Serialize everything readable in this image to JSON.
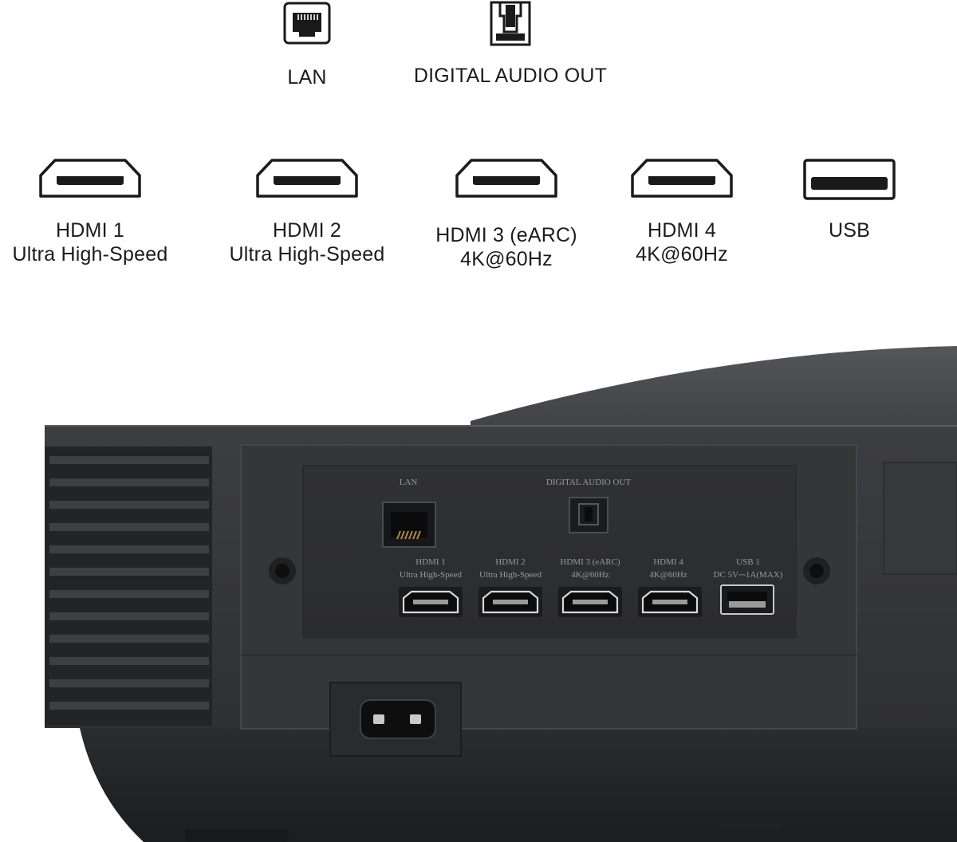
{
  "legend": {
    "lan": "LAN",
    "digital_audio_out": "DIGITAL AUDIO OUT",
    "hdmi1": {
      "line1": "HDMI 1",
      "line2": "Ultra High-Speed"
    },
    "hdmi2": {
      "line1": "HDMI 2",
      "line2": "Ultra High-Speed"
    },
    "hdmi3": {
      "line1": "HDMI 3 (eARC)",
      "line2": "4K@60Hz"
    },
    "hdmi4": {
      "line1": "HDMI 4",
      "line2": "4K@60Hz"
    },
    "usb": "USB"
  },
  "panel_labels": {
    "lan": "LAN",
    "digital_audio_out": "DIGITAL AUDIO OUT",
    "hdmi1": {
      "line1": "HDMI 1",
      "line2": "Ultra High-Speed"
    },
    "hdmi2": {
      "line1": "HDMI 2",
      "line2": "Ultra High-Speed"
    },
    "hdmi3": {
      "line1": "HDMI 3 (eARC)",
      "line2": "4K@60Hz"
    },
    "hdmi4": {
      "line1": "HDMI 4",
      "line2": "4K@60Hz"
    },
    "usb": {
      "line1": "USB 1",
      "line2": "DC 5V⎓1A(MAX)"
    }
  },
  "colors": {
    "device_body": "#3a3b3d",
    "device_dark": "#2a2b2d",
    "panel_inset": "#323335",
    "icon_stroke": "#1a1a1a"
  }
}
